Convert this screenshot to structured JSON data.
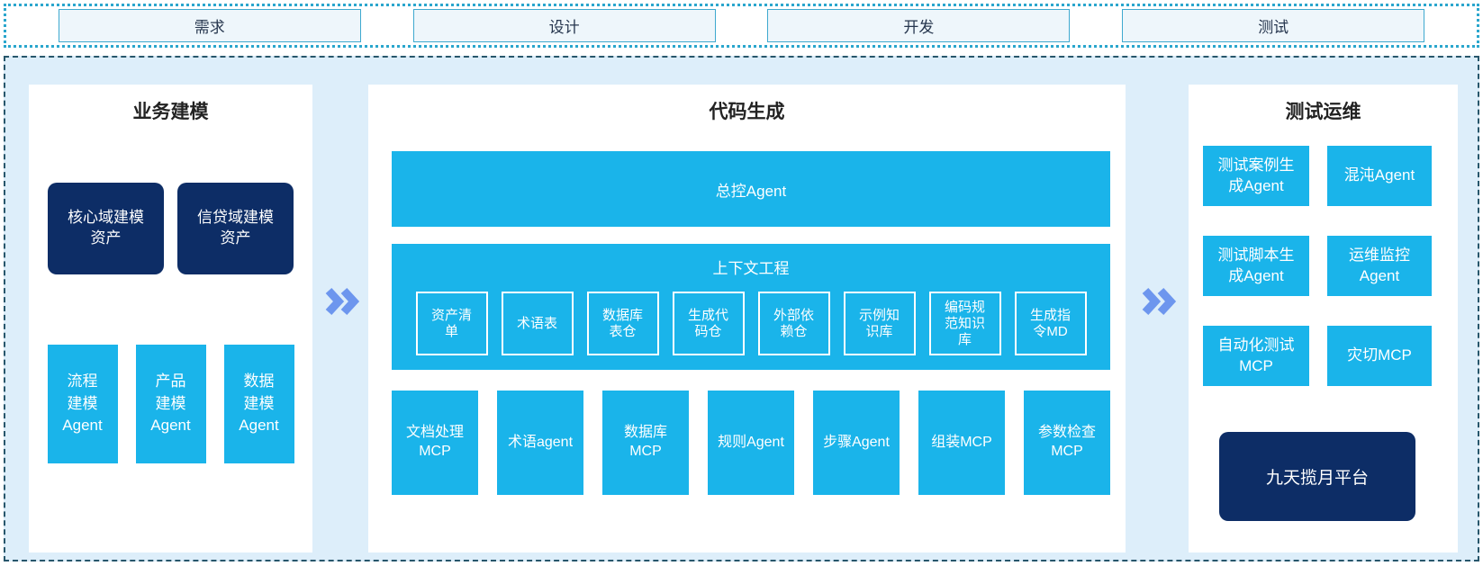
{
  "colors": {
    "cyan": "#1ab4ea",
    "navy": "#0d2d66",
    "arrow": "#6d96ee",
    "container_bg": "#ddeefa"
  },
  "phases": {
    "p0": "需求",
    "p1": "设计",
    "p2": "开发",
    "p3": "测试"
  },
  "business": {
    "title": "业务建模",
    "assets": {
      "a0": "核心域建模\n资产",
      "a1": "信贷域建模\n资产"
    },
    "agents": {
      "g0": "流程\n建模\nAgent",
      "g1": "产品\n建模\nAgent",
      "g2": "数据\n建模\nAgent"
    }
  },
  "codegen": {
    "title": "代码生成",
    "master_agent": "总控Agent",
    "context": {
      "title": "上下文工程",
      "items": {
        "c0": "资产清\n单",
        "c1": "术语表",
        "c2": "数据库\n表仓",
        "c3": "生成代\n码仓",
        "c4": "外部依\n赖仓",
        "c5": "示例知\n识库",
        "c6": "编码规\n范知识\n库",
        "c7": "生成指\n令MD"
      }
    },
    "mcp_row": {
      "m0": "文档处理\nMCP",
      "m1": "术语agent",
      "m2": "数据库\nMCP",
      "m3": "规则Agent",
      "m4": "步骤Agent",
      "m5": "组装MCP",
      "m6": "参数检查\nMCP"
    }
  },
  "testops": {
    "title": "测试运维",
    "boxes": {
      "t0": "测试案例生\n成Agent",
      "t1": "混沌Agent",
      "t2": "测试脚本生\n成Agent",
      "t3": "运维监控\nAgent",
      "t4": "自动化测试\nMCP",
      "t5": "灾切MCP"
    },
    "platform": "九天揽月平台"
  }
}
